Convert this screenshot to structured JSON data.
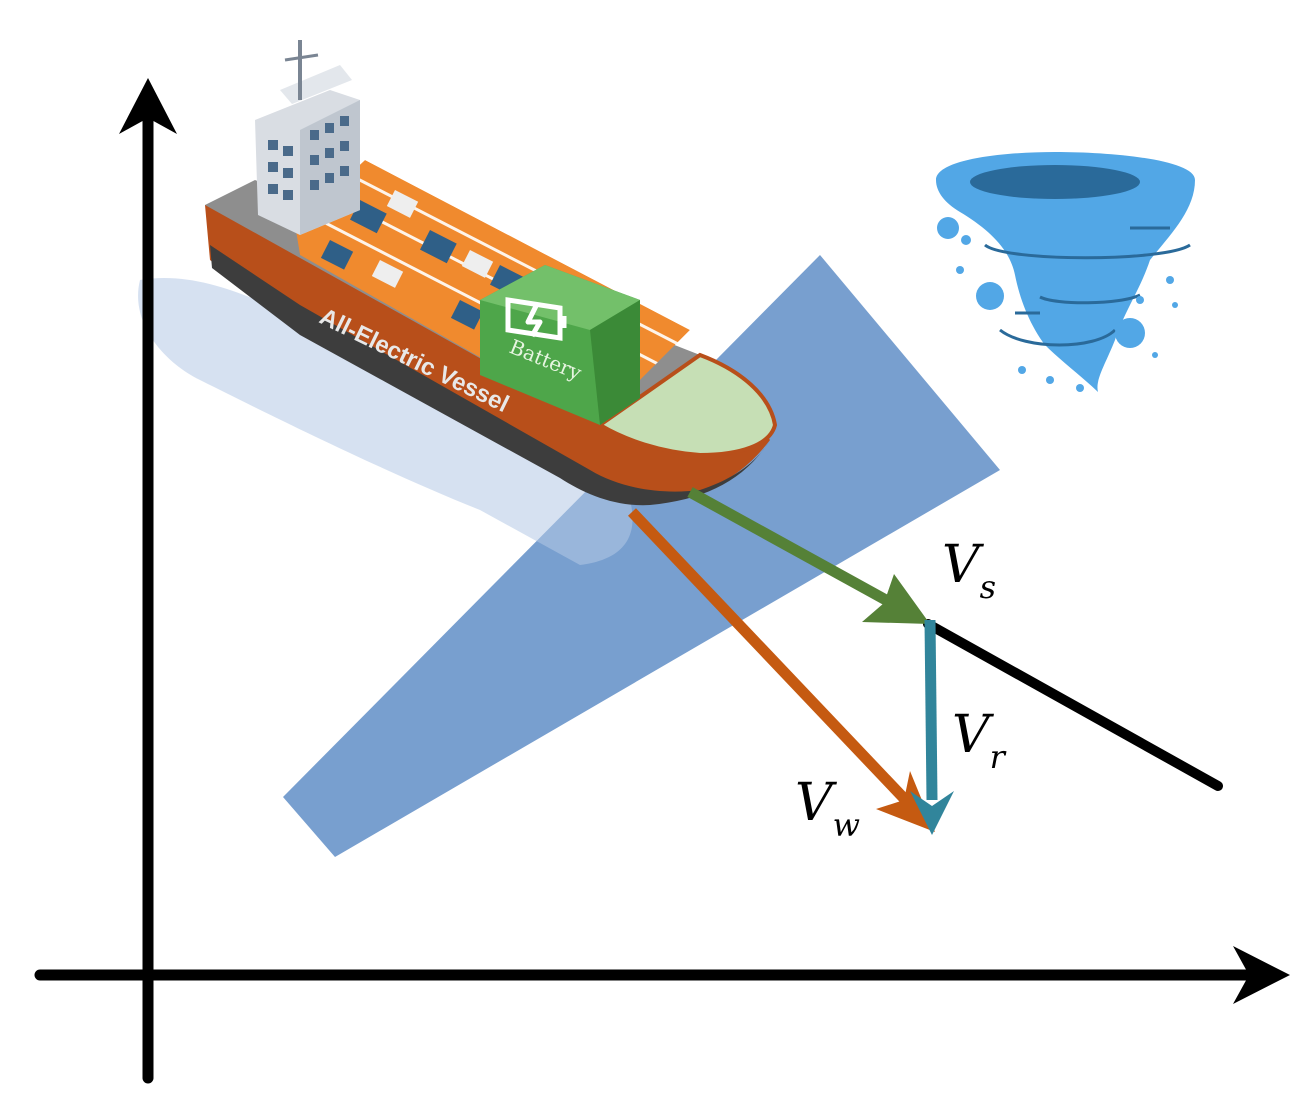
{
  "ship": {
    "hull_label": "All-Electric Vessel",
    "battery_label": "Battery",
    "icon": "container-ship-icon"
  },
  "vectors": {
    "vs": {
      "symbol": "V",
      "subscript": "s"
    },
    "vr": {
      "symbol": "V",
      "subscript": "r"
    },
    "vw": {
      "symbol": "V",
      "subscript": "w"
    }
  },
  "icons": {
    "storm": "tornado-icon",
    "battery": "battery-charging-icon"
  },
  "colors": {
    "axis": "#000000",
    "sector": "#789fcf",
    "vs_arrow": "#558137",
    "vr_arrow": "#31859b",
    "vw_arrow": "#c55a11",
    "tornado": "#52a7e6",
    "hull": "#b84f1a",
    "battery": "#4ea64a"
  }
}
